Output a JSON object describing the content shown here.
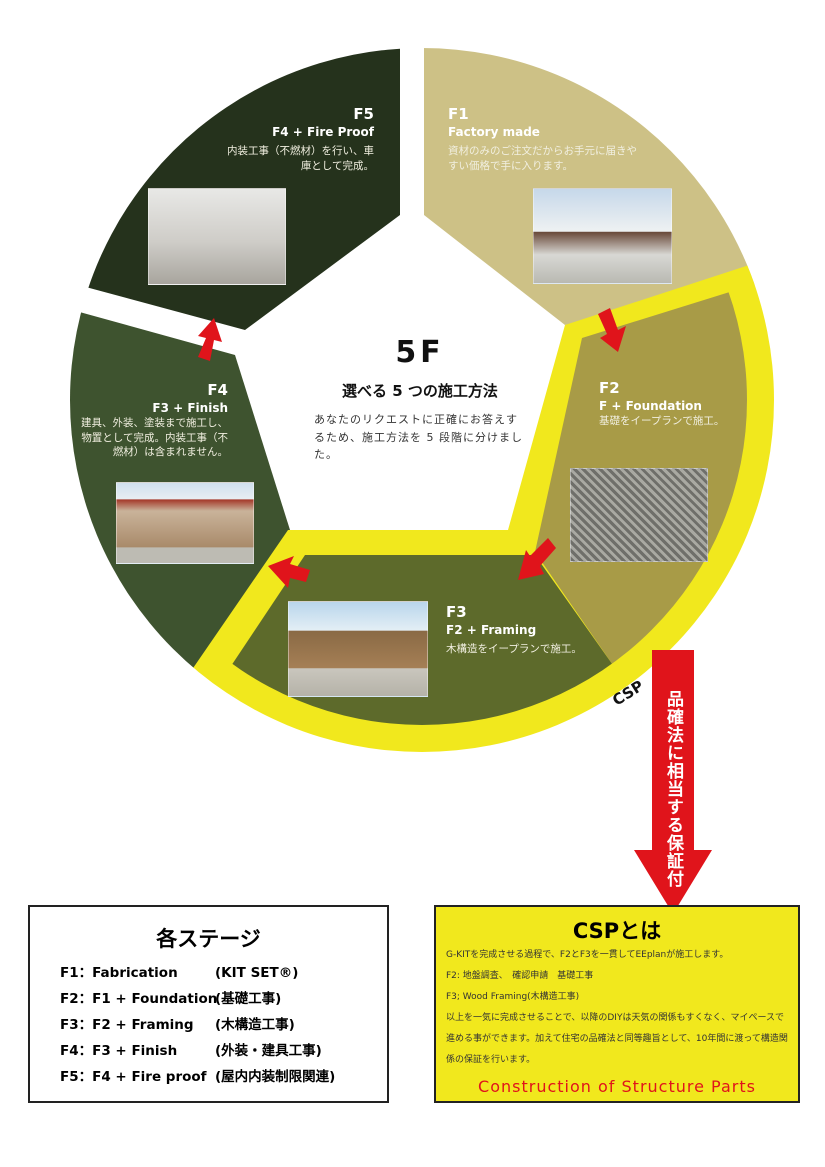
{
  "center": {
    "title": "5F",
    "subtitle": "選べる 5 つの施工方法",
    "desc": "あなたのリクエストに正確にお答えするため、施工方法を 5 段階に分けました。"
  },
  "stages": [
    {
      "id": "F1",
      "name": "Factory made",
      "desc": "資材のみのご注文だからお手元に届きやすい価格で手に入ります。",
      "color": "#cdc186"
    },
    {
      "id": "F2",
      "name": "F + Foundation",
      "desc": "基礎をイープランで施工。",
      "color": "#a89b47"
    },
    {
      "id": "F3",
      "name": "F2 + Framing",
      "desc": "木構造をイープランで施工。",
      "color": "#5d6a2b"
    },
    {
      "id": "F4",
      "name": "F3 + Finish",
      "desc": "建具、外装、塗装まで施工し、物置として完成。内装工事（不燃材）は含まれません。",
      "color": "#3e532f"
    },
    {
      "id": "F5",
      "name": "F4 + Fire Proof",
      "desc": "内装工事（不燃材）を行い、車庫として完成。",
      "color": "#25321c"
    }
  ],
  "csp_ring_label": "CSP",
  "guarantee_arrow": "品確法に相当する保証付",
  "colors": {
    "yellow": "#f1e81d",
    "red": "#e0141b"
  },
  "stages_box": {
    "title": "各ステージ",
    "rows": [
      {
        "label": "F1：Fabrication",
        "note": "(KIT SET®)"
      },
      {
        "label": "F2：F1 + Foundation",
        "note": "(基礎工事)"
      },
      {
        "label": "F3：F2 + Framing",
        "note": "(木構造工事)"
      },
      {
        "label": "F4：F3 + Finish",
        "note": "(外装・建具工事)"
      },
      {
        "label": "F5：F4 + Fire proof",
        "note": "(屋内内装制限関連)"
      }
    ]
  },
  "csp_box": {
    "title": "CSPとは",
    "lines": [
      "G-KITを完成させる過程で、F2とF3を一貫してEEplanが施工します。",
      "F2: 地盤調査、　確認申請　基礎工事",
      "F3; Wood Framing(木構造工事)",
      "以上を一気に完成させることで、以降のDIYは天気の関係もすくなく、マイペースで進める事ができます。加えて住宅の品確法と同等趣旨として、10年間に渡って構造関係の保証を行います。"
    ],
    "footer": "Construction of Structure Parts"
  }
}
